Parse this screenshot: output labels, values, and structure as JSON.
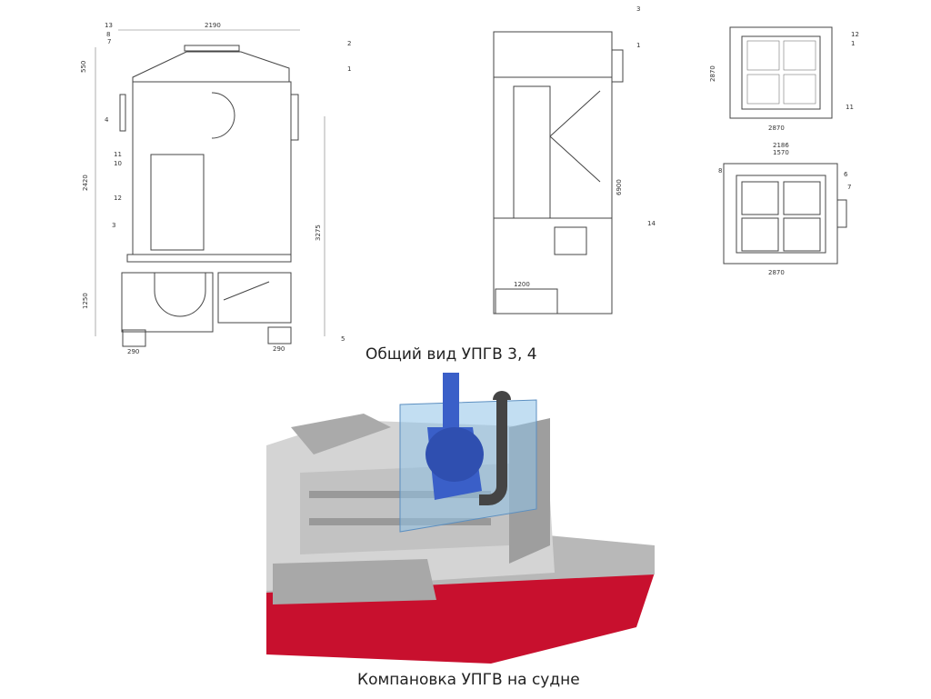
{
  "captions": {
    "general_view": "Общий вид УПГВ 3, 4",
    "layout_on_ship": "Компановка УПГВ на судне"
  },
  "drawing_side": {
    "dimensions": [
      "2190",
      "3275",
      "2420",
      "1250",
      "550",
      "290",
      "290"
    ],
    "callouts": [
      "13",
      "8",
      "7",
      "4",
      "11",
      "10",
      "12",
      "3",
      "2",
      "1",
      "5"
    ]
  },
  "drawing_section": {
    "dimensions": [
      "6900",
      "1200"
    ],
    "callouts": [
      "3",
      "1",
      "14"
    ]
  },
  "drawing_plan_top": {
    "dimensions": [
      "2870",
      "2870"
    ],
    "callouts": [
      "12",
      "1",
      "11"
    ]
  },
  "drawing_plan_bottom": {
    "dimensions": [
      "2186",
      "1570",
      "2870"
    ],
    "callouts": [
      "8",
      "6",
      "7"
    ]
  },
  "colors": {
    "hull_red": "#c8102e",
    "unit_blue": "#3a5fc8",
    "glass_blue": "#8fc3e8",
    "superstructure_gray": "#c8c8c8"
  }
}
